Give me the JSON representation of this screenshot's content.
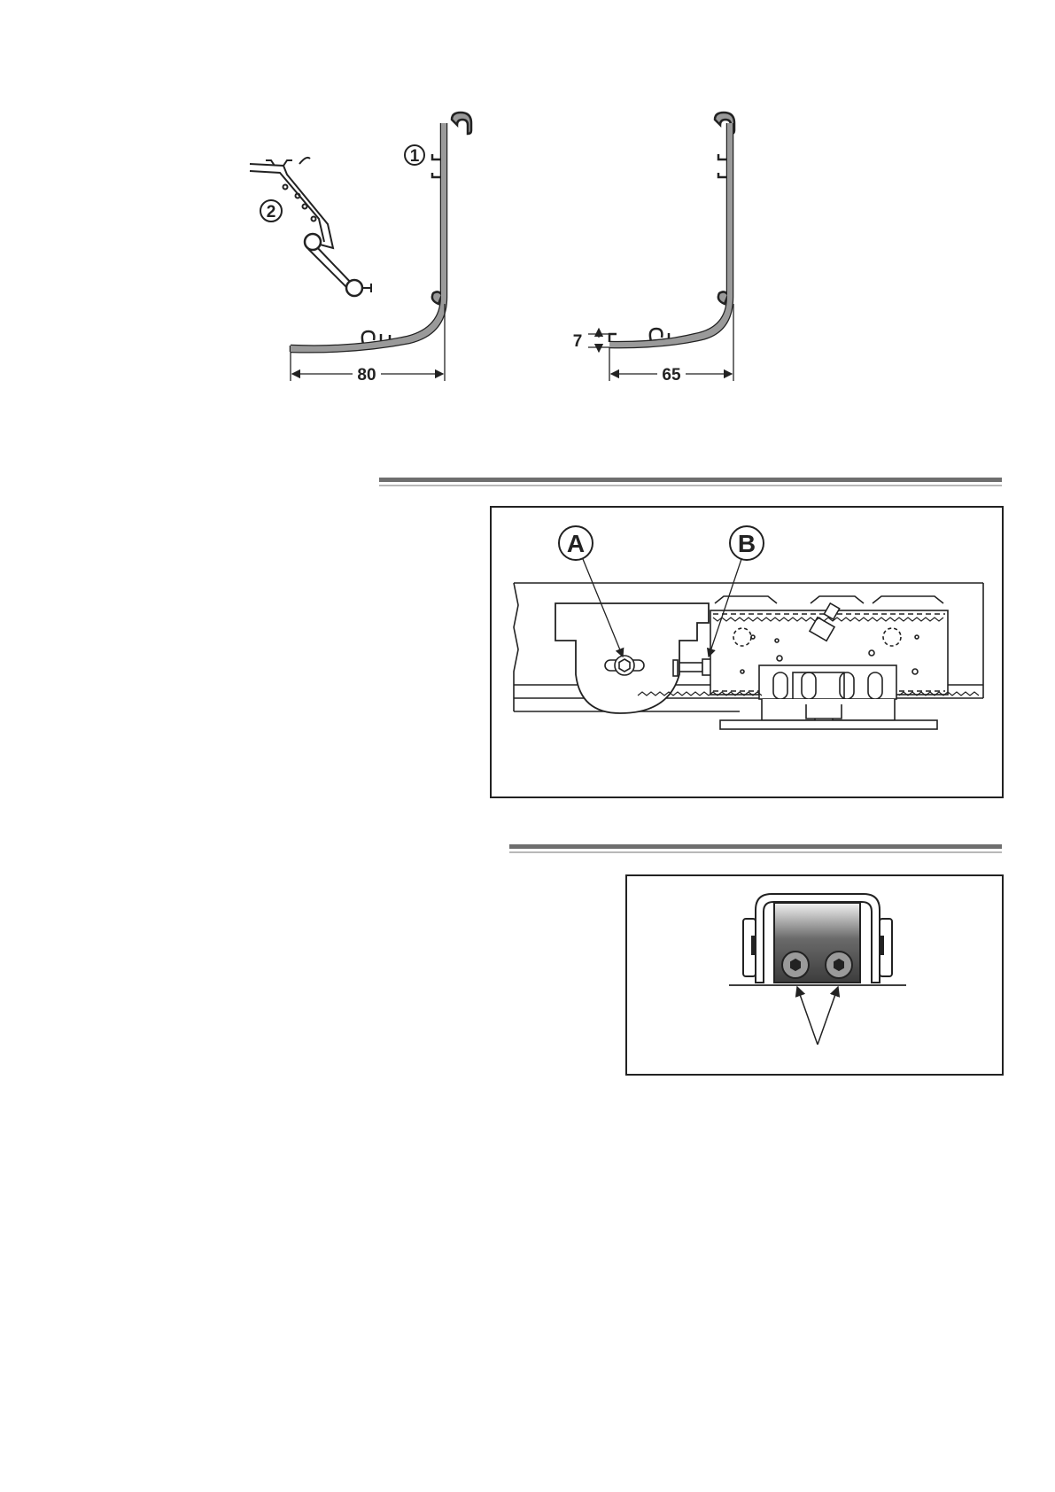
{
  "figure_profiles": {
    "callout_1": "1",
    "callout_2": "2",
    "dim_left_width": "80",
    "dim_right_width": "65",
    "dim_right_height": "7"
  },
  "figure_carriage": {
    "callout_a": "A",
    "callout_b": "B"
  },
  "colors": {
    "ink": "#222222",
    "rule_dark": "#6e6e6e",
    "rule_light": "#b8b8b8",
    "profile_fill": "#9a9a9a"
  }
}
